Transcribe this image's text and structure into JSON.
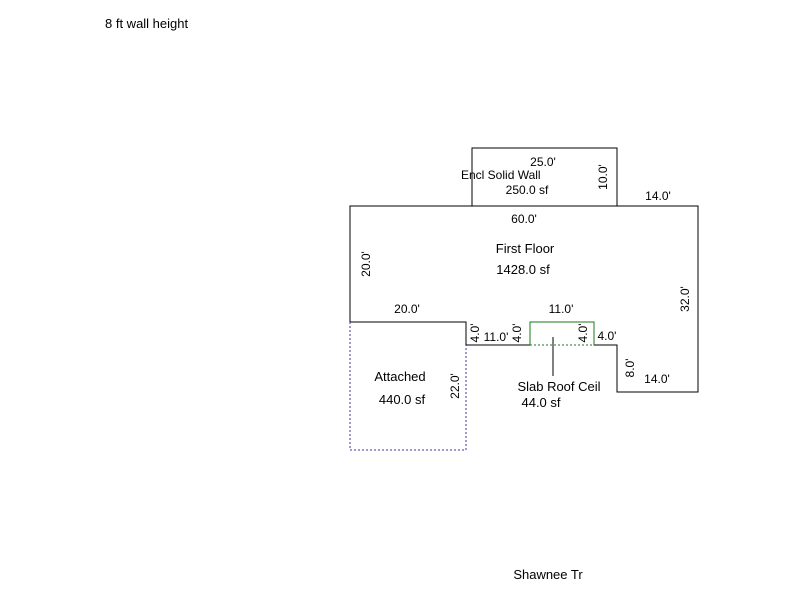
{
  "header": {
    "wall_height_note": "8 ft wall height"
  },
  "street": {
    "name": "Shawnee Tr"
  },
  "areas": {
    "first_floor": {
      "name": "First Floor",
      "area": "1428.0 sf"
    },
    "enclosure": {
      "name": "Encl Solid Wall",
      "area": "250.0 sf"
    },
    "garage": {
      "name": "Attached",
      "area": "440.0 sf"
    },
    "slab": {
      "name": "Slab Roof Ceil",
      "area": "44.0 sf"
    }
  },
  "dimensions": {
    "first_floor_top": "60.0'",
    "first_floor_left": "20.0'",
    "first_floor_right": "32.0'",
    "first_floor_bottom_left": "20.0'",
    "first_floor_step_right": "14.0'",
    "first_floor_step_bottom": "14.0'",
    "first_floor_notch_height": "8.0'",
    "first_floor_notch_left_height": "4.0'",
    "first_floor_notch_left_width": "11.0'",
    "first_floor_notch_right_width": "4.0'",
    "enclosure_width": "25.0'",
    "enclosure_depth": "10.0'",
    "garage_depth": "22.0'",
    "slab_width": "11.0'",
    "slab_left": "4.0'",
    "slab_right": "4.0'"
  }
}
